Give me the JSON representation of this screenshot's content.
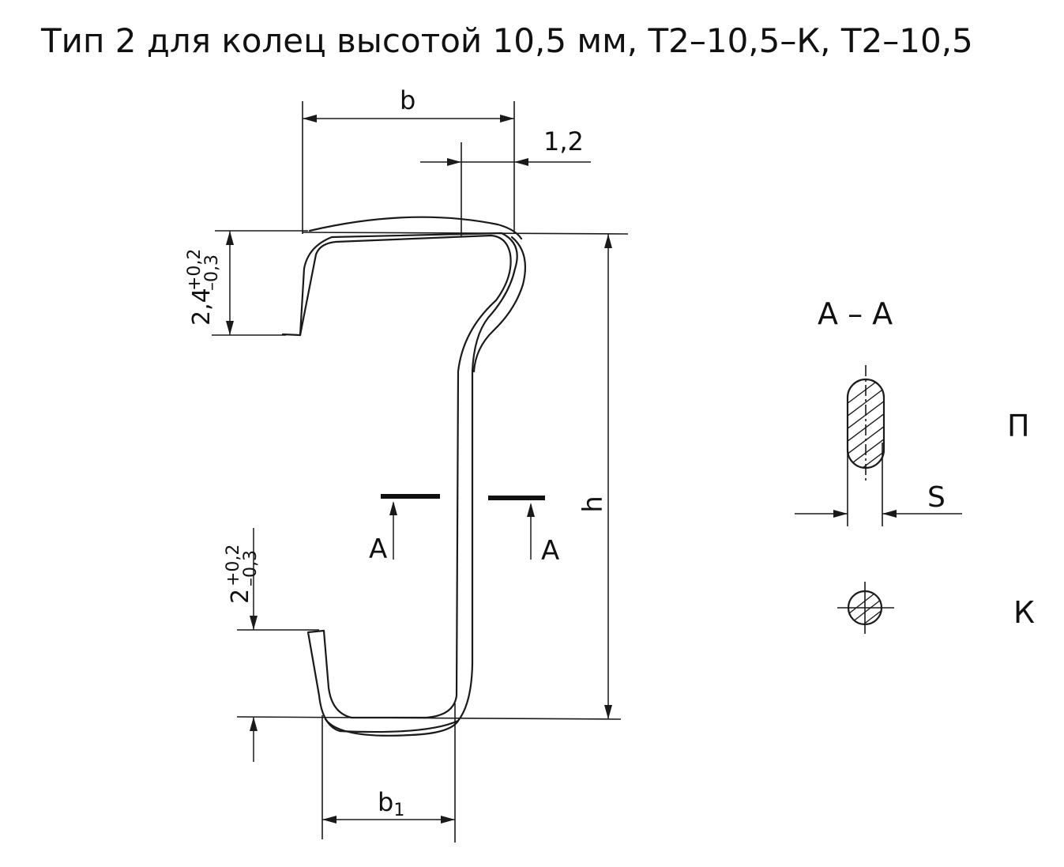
{
  "title": "Тип 2  для колец высотой 10,5  мм, Т2–10,5–К,  Т2–10,5",
  "dimensions": {
    "b": "b",
    "b1_base": "b",
    "b1_sub": "1",
    "thickness": "1,2",
    "h": "h",
    "top_hook": "2,4",
    "top_hook_tol_upper": "+0,2",
    "top_hook_tol_lower": "–0,3",
    "bottom_hook": "2",
    "bottom_hook_tol_upper": "+0,2",
    "bottom_hook_tol_lower": "–0,3"
  },
  "section": {
    "mark_left": "A",
    "mark_right": "A",
    "title": "A – A",
    "s_label": "S",
    "label_p": "П",
    "label_k": "К"
  }
}
